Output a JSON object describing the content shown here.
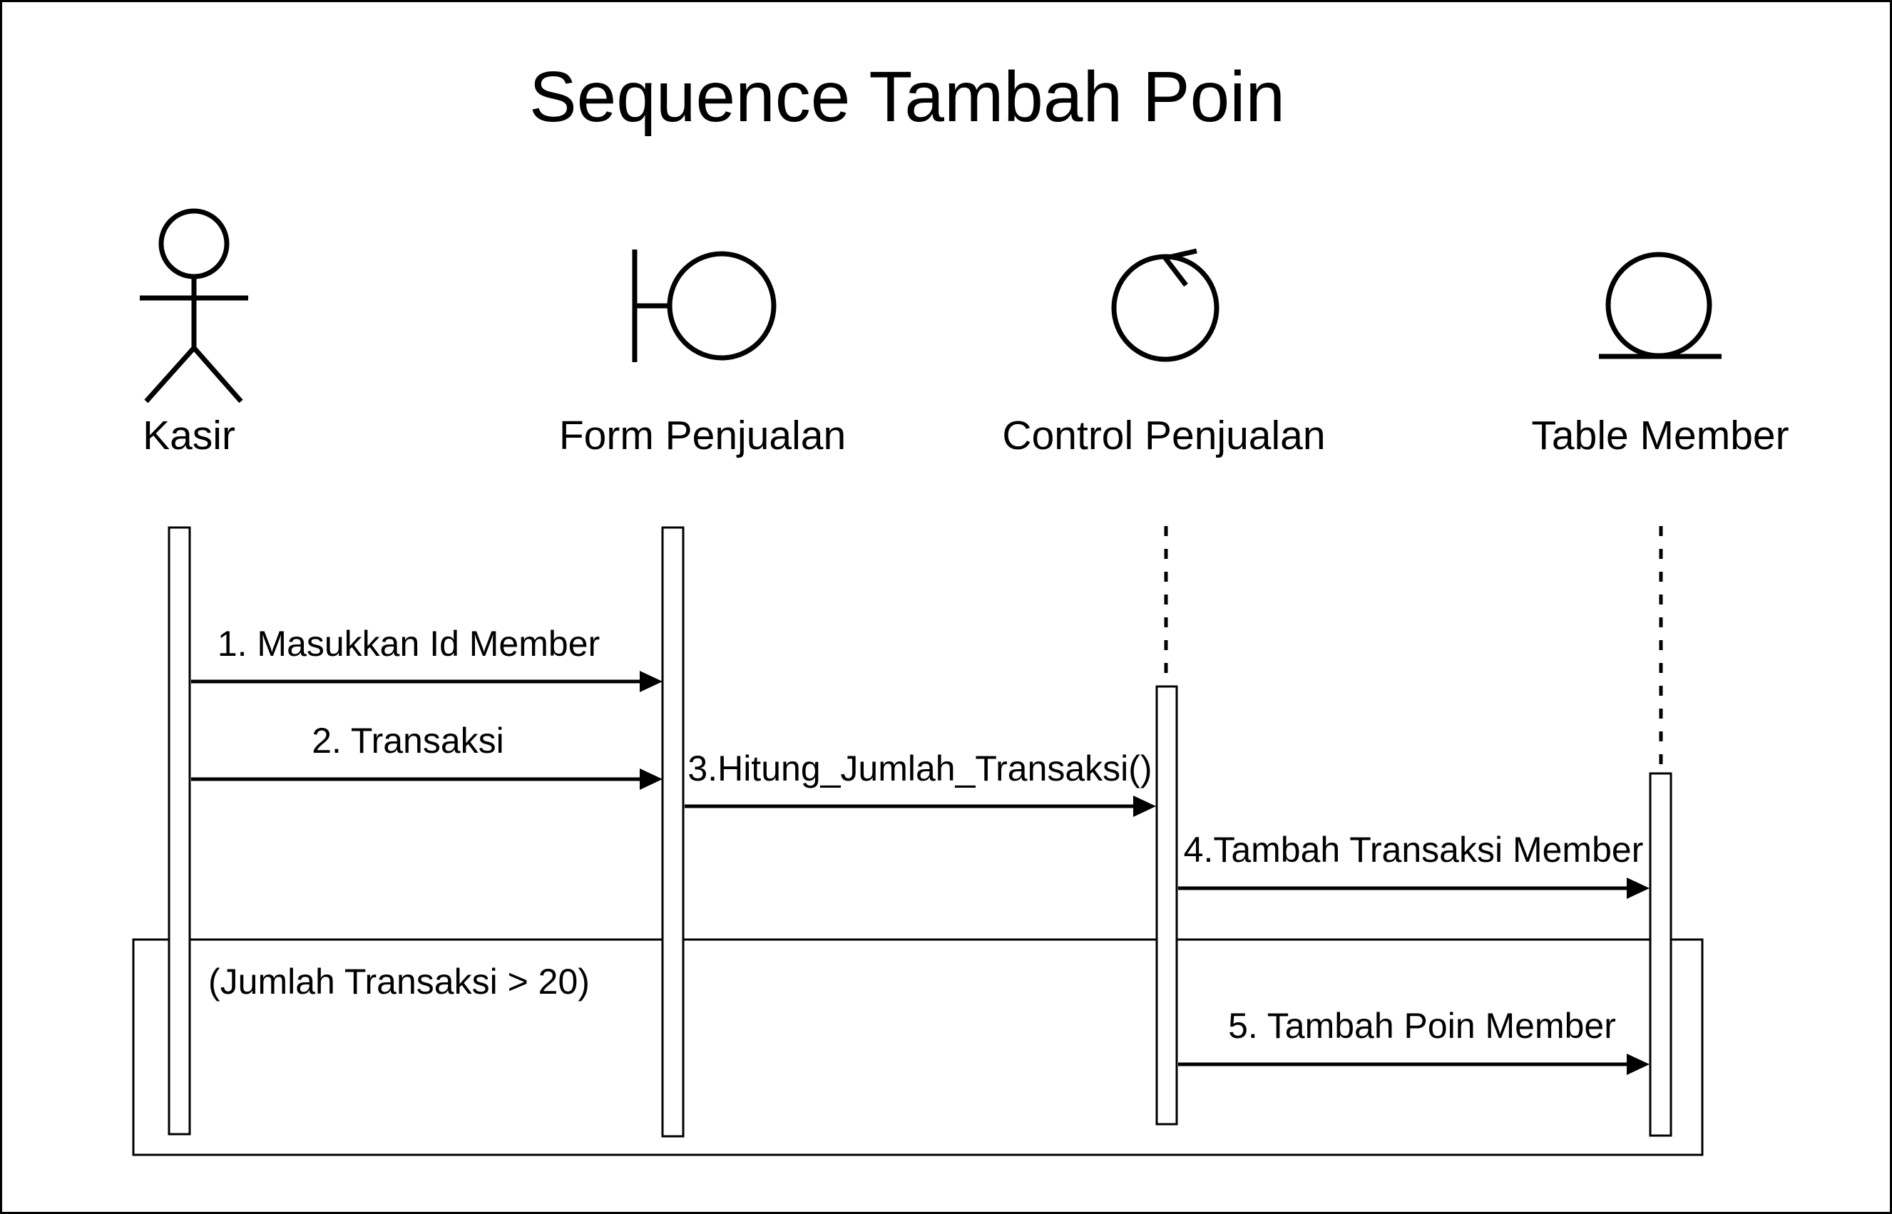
{
  "title": "Sequence Tambah Poin",
  "participants": [
    {
      "id": "kasir",
      "label": "Kasir",
      "icon": "actor-icon"
    },
    {
      "id": "form",
      "label": "Form Penjualan",
      "icon": "boundary-icon"
    },
    {
      "id": "control",
      "label": "Control Penjualan",
      "icon": "control-icon"
    },
    {
      "id": "table",
      "label": "Table Member",
      "icon": "entity-icon"
    }
  ],
  "messages": [
    {
      "label": "1. Masukkan Id Member",
      "from": "kasir",
      "to": "form"
    },
    {
      "label": "2. Transaksi",
      "from": "kasir",
      "to": "form"
    },
    {
      "label": "3.Hitung_Jumlah_Transaksi()",
      "from": "form",
      "to": "control"
    },
    {
      "label": "4.Tambah Transaksi Member",
      "from": "control",
      "to": "table"
    },
    {
      "label": "5. Tambah Poin Member",
      "from": "control",
      "to": "table"
    }
  ],
  "fragment": {
    "guard": "(Jumlah Transaksi > 20)"
  }
}
